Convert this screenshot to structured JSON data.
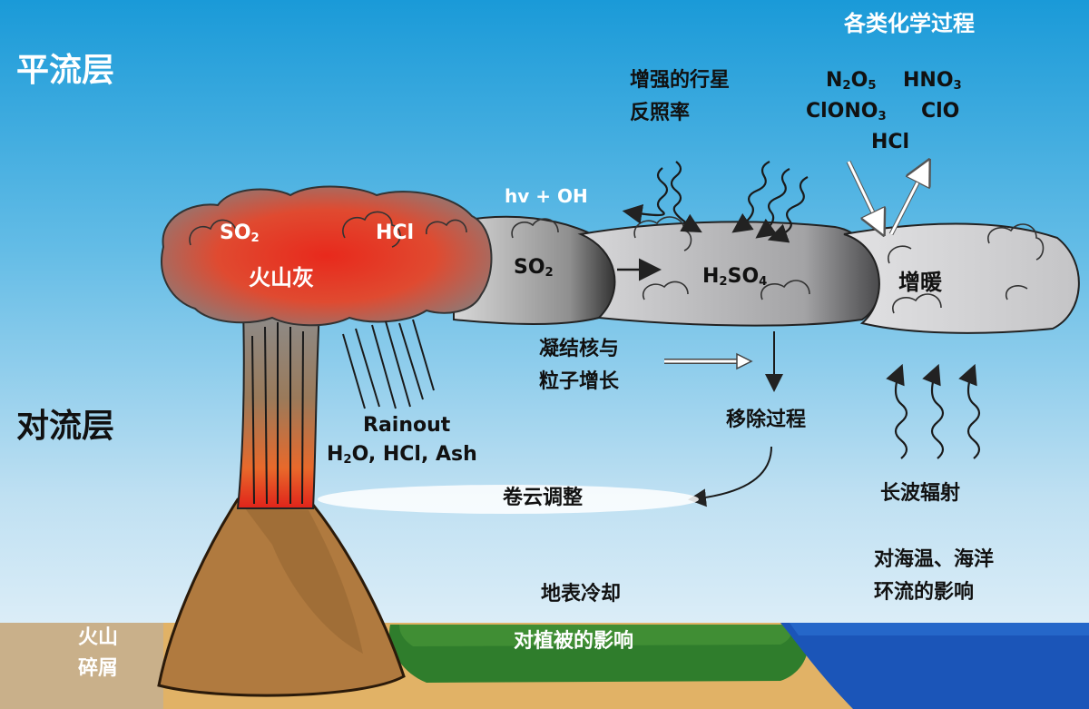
{
  "layers": {
    "stratosphere": "平流层",
    "troposphere": "对流层"
  },
  "chemistry": {
    "title": "各类化学过程",
    "row1_a": {
      "base": "N",
      "sub1": "2",
      "mid": "O",
      "sub2": "5"
    },
    "row1_b": {
      "base": "HNO",
      "sub": "3"
    },
    "row2_a": {
      "base": "ClONO",
      "sub": "3"
    },
    "row2_b": "ClO",
    "row3": "HCl"
  },
  "albedo": {
    "line1": "增强的行星",
    "line2": "反照率"
  },
  "photolysis": "hv + OH",
  "eruption": {
    "so2": {
      "base": "SO",
      "sub": "2"
    },
    "hcl": "HCl",
    "ash": "火山灰"
  },
  "plume": {
    "so2": {
      "base": "SO",
      "sub": "2"
    },
    "h2so4": {
      "a": "H",
      "s1": "2",
      "b": "SO",
      "s2": "4"
    },
    "warming": "增暖"
  },
  "processes": {
    "condensation_line1": "凝结核与",
    "condensation_line2": "粒子增长",
    "removal": "移除过程",
    "rainout_line1": "Rainout",
    "rainout_line2": {
      "a": "H",
      "s": "2",
      "b": "O, HCl, Ash"
    },
    "cirrus": "卷云调整",
    "longwave": "长波辐射",
    "ocean_line1": "对海温、海洋",
    "ocean_line2": "环流的影响",
    "surface_cooling": "地表冷却",
    "vegetation": "对植被的影响",
    "debris_line1": "火山",
    "debris_line2": "碎屑"
  },
  "colors": {
    "sky_top": "#1a9ad8",
    "sky_bottom": "#e4f2fa",
    "ash_red": "#e23a22",
    "plume_gray": "#b9b9bb",
    "ground": "#e1b266",
    "vegetation": "#2f7d2c",
    "ocean": "#1b55b8",
    "volcano": "#b07a3f"
  }
}
